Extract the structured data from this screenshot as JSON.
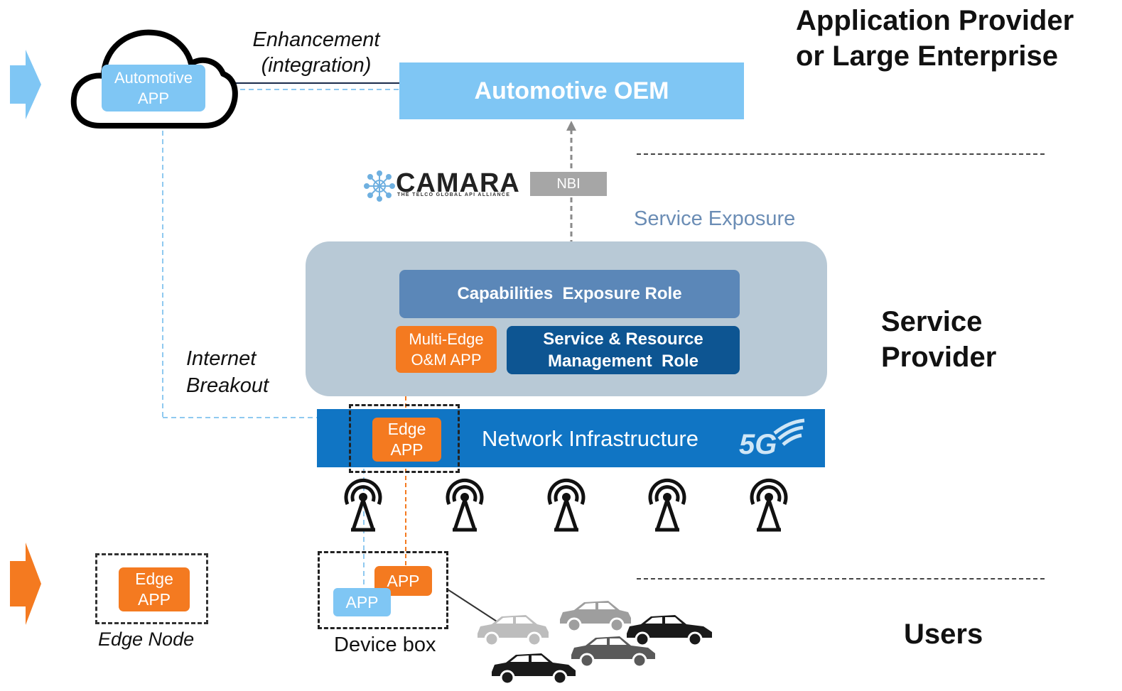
{
  "headings": {
    "app_provider_line1": "Application Provider",
    "app_provider_line2": "or Large Enterprise",
    "service_provider_line1": "Service",
    "service_provider_line2": "Provider",
    "users": "Users"
  },
  "cloud_app": {
    "line1": "Automotive",
    "line2": "APP"
  },
  "enhancement": {
    "line1": "Enhancement",
    "line2": "(integration)"
  },
  "oem": {
    "label": "Automotive OEM"
  },
  "camara": {
    "logo_text": "CAMARA",
    "tagline": "THE TELCO GLOBAL API ALLIANCE"
  },
  "nbi": {
    "label": "NBI"
  },
  "service_exposure": {
    "label": "Service Exposure"
  },
  "capabilities": {
    "label": "Capabilities  Exposure Role"
  },
  "multi_edge": {
    "line1": "Multi-Edge",
    "line2": "O&M APP"
  },
  "srm": {
    "line1": "Service & Resource",
    "line2": "Management  Role"
  },
  "internet_breakout": {
    "line1": "Internet",
    "line2": "Breakout"
  },
  "network": {
    "label": "Network Infrastructure",
    "badge": "5G"
  },
  "edge_app_network": {
    "line1": "Edge",
    "line2": "APP"
  },
  "edge_node": {
    "app_line1": "Edge",
    "app_line2": "APP",
    "caption": "Edge Node"
  },
  "device_box": {
    "app_orange": "APP",
    "app_blue": "APP",
    "caption": "Device box"
  },
  "colors": {
    "light_blue": "#7fc6f4",
    "orange": "#f47a20",
    "panel_grey": "#b8c9d6",
    "capabilities_blue": "#5b87b8",
    "srm_navy": "#0d5592",
    "network_blue": "#1075c4",
    "nbi_grey": "#a6a6a6"
  },
  "icons": [
    "cloud-icon",
    "left-arrow-blue",
    "left-arrow-orange",
    "camara-logo-icon",
    "antenna-icon",
    "car-icon",
    "5g-logo-icon"
  ]
}
